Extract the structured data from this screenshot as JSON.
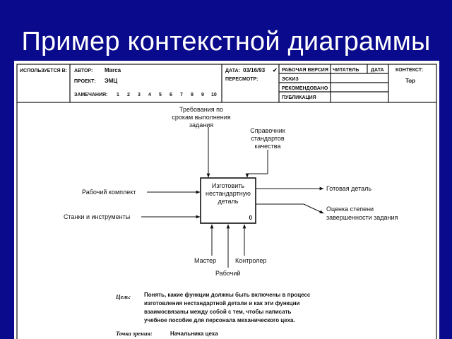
{
  "title": "Пример контекстной диаграммы",
  "header": {
    "used_in": "ИСПОЛЬЗУЕТСЯ В:",
    "author_label": "АВТОР:",
    "author": "Marca",
    "project_label": "ПРОЕКТ:",
    "project": "ЭМЦ",
    "date_label": "ДАТА:",
    "date": "03/16/93",
    "revision_label": "ПЕРЕСМОТР:",
    "notes_label": "ЗАМЕЧАНИЯ:",
    "notes_numbers": [
      "1",
      "2",
      "3",
      "4",
      "5",
      "6",
      "7",
      "8",
      "9",
      "10"
    ],
    "status_items": [
      "РАБОЧАЯ ВЕРСИЯ",
      "ЭСКИЗ",
      "РЕКОМЕНДОВАНО",
      "ПУБЛИКАЦИЯ"
    ],
    "check_mark": "✔",
    "reader_label": "ЧИТАТЕЛЬ",
    "reader_date_label": "ДАТА",
    "context_label": "КОНТЕКСТ:",
    "context_value": "Top"
  },
  "diagram": {
    "box_lines": [
      "Изготовить",
      "нестандартную",
      "деталь"
    ],
    "box_number": "0",
    "control_1": [
      "Требования по",
      "срокам выполнения",
      "задания"
    ],
    "control_2": [
      "Справочник",
      "стандартов",
      "качества"
    ],
    "input_1": "Рабочий комплект",
    "input_2": "Станки и инструменты",
    "output_1": "Готовая деталь",
    "output_2": [
      "Оценка степени",
      "завершенности задания"
    ],
    "mech_1": "Мастер",
    "mech_2": "Рабочий",
    "mech_3": "Контролер"
  },
  "footer": {
    "purpose_label": "Цель:",
    "purpose_lines": [
      "Понять, какие функции должны быть включены в процесс",
      "изготовления нестандартной детали и как эти функции",
      "взаимосвязаны между собой с тем, чтобы написать",
      "учебное пособие для персонала механического цеха."
    ],
    "viewpoint_label": "Точка зрения:",
    "viewpoint": "Начальника цеха"
  },
  "colors": {
    "background": "#0a0a8c",
    "title": "#ffffff",
    "sheet": "#ffffff",
    "ink": "#111111"
  }
}
